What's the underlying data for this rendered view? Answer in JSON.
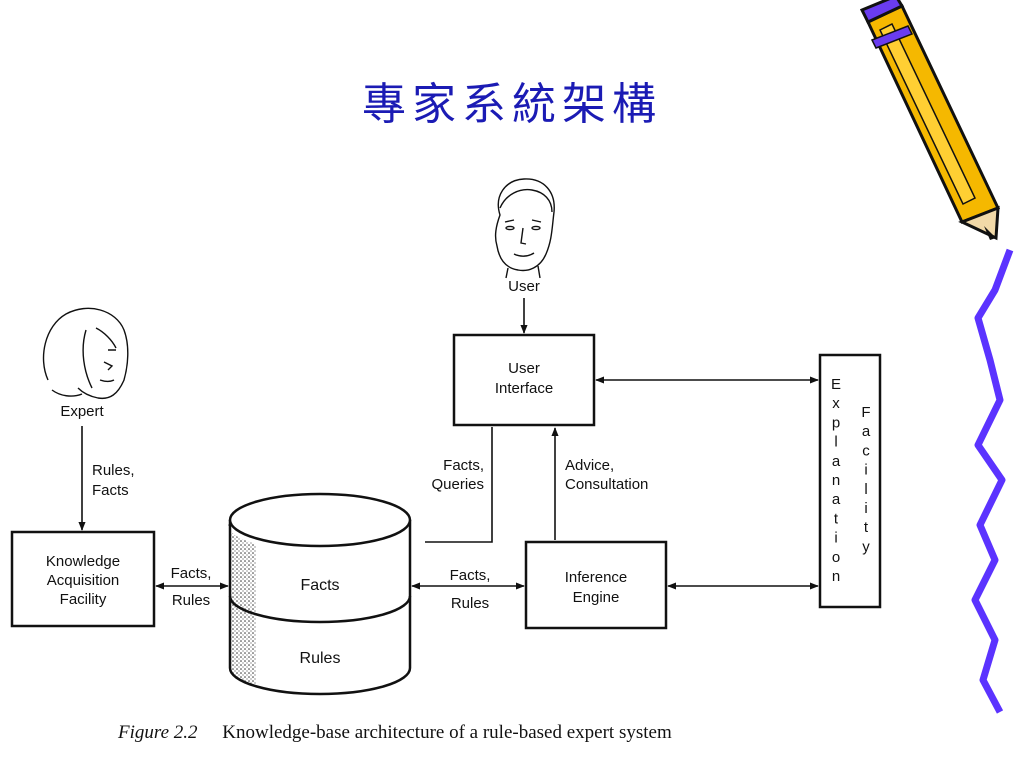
{
  "slide": {
    "title": "專家系統架構"
  },
  "diagram": {
    "user_label": "User",
    "expert_label": "Expert",
    "user_interface": [
      "User",
      "Interface"
    ],
    "knowledge_acquisition": [
      "Knowledge",
      "Acquisition",
      "Facility"
    ],
    "inference_engine": [
      "Inference",
      "Engine"
    ],
    "database_facts": "Facts",
    "database_rules": "Rules",
    "explanation_letters": [
      "E",
      "x",
      "p",
      "l",
      "a",
      "n",
      "a",
      "t",
      "i",
      "o",
      "n"
    ],
    "facility_letters": [
      "F",
      "a",
      "c",
      "i",
      "l",
      "i",
      "t",
      "y"
    ],
    "edge_expert_to_kaf": [
      "Rules,",
      "Facts"
    ],
    "edge_kaf_db": [
      "Facts,",
      "Rules"
    ],
    "edge_db_engine": [
      "Facts,",
      "Rules"
    ],
    "edge_ui_down": [
      "Facts,",
      "Queries"
    ],
    "edge_engine_up": [
      "Advice,",
      "Consultation"
    ]
  },
  "caption": {
    "figure_label": "Figure 2.2",
    "text": "Knowledge-base architecture of a rule-based expert system"
  },
  "colors": {
    "title": "#1b1bb4",
    "pencil_body": "#f5b800",
    "pencil_accent": "#6a3cf0",
    "squiggle": "#5b33ff"
  }
}
